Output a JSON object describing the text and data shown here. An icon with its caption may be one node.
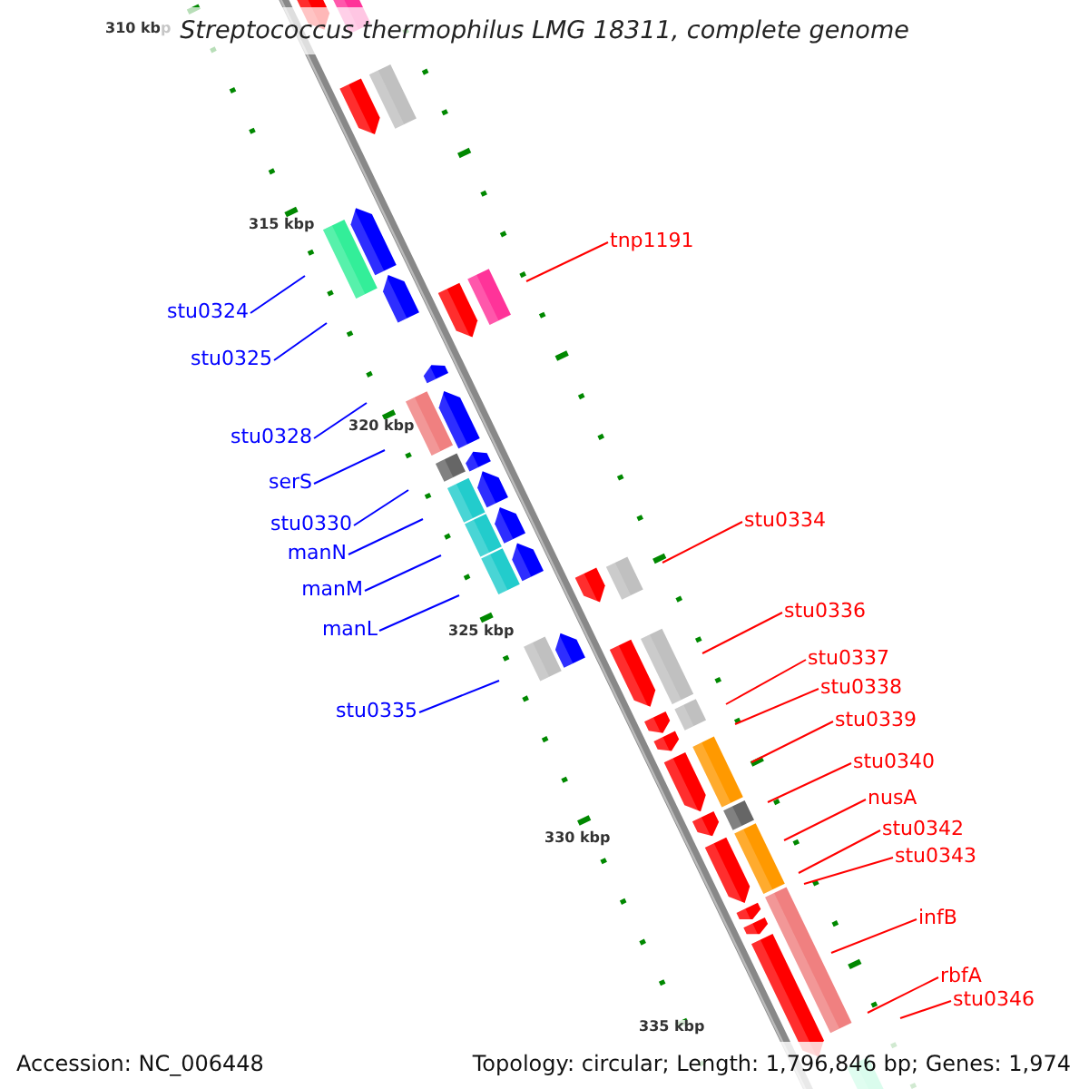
{
  "diagram": {
    "title": "Streptococcus thermophilus LMG 18311, complete genome",
    "nodes": [
      {
        "text": [
          "stu0324"
        ]
      },
      {
        "text": [
          "stu0325"
        ]
      },
      {
        "text": [
          "stu0328"
        ]
      },
      {
        "text": [
          "serS"
        ]
      },
      {
        "text": [
          "stu0330"
        ]
      },
      {
        "text": [
          "manN"
        ]
      },
      {
        "text": [
          "manM"
        ]
      },
      {
        "text": [
          "manL"
        ]
      },
      {
        "text": [
          "stu0335"
        ]
      },
      {
        "text": [
          "tnp1191"
        ]
      },
      {
        "text": [
          "stu0334"
        ]
      },
      {
        "text": [
          "stu0336"
        ]
      },
      {
        "text": [
          "stu0337"
        ]
      },
      {
        "text": [
          "stu0338"
        ]
      },
      {
        "text": [
          "stu0339"
        ]
      },
      {
        "text": [
          "stu0340"
        ]
      },
      {
        "text": [
          "nusA"
        ]
      },
      {
        "text": [
          "stu0342"
        ]
      },
      {
        "text": [
          "stu0343"
        ]
      },
      {
        "text": [
          "infB"
        ]
      },
      {
        "text": [
          "rbfA"
        ]
      },
      {
        "text": [
          "stu0346"
        ]
      }
    ],
    "edges": [
      {
        "from": 0,
        "to": null,
        "arrow": "none",
        "color": "#0000ff"
      },
      {
        "from": 1,
        "to": null,
        "arrow": "none",
        "color": "#0000ff"
      },
      {
        "from": 2,
        "to": null,
        "arrow": "none",
        "color": "#0000ff"
      },
      {
        "from": 3,
        "to": null,
        "arrow": "none",
        "color": "#0000ff"
      },
      {
        "from": 4,
        "to": null,
        "arrow": "none",
        "color": "#0000ff"
      },
      {
        "from": 5,
        "to": null,
        "arrow": "none",
        "color": "#0000ff"
      },
      {
        "from": 6,
        "to": null,
        "arrow": "none",
        "color": "#0000ff"
      },
      {
        "from": 7,
        "to": null,
        "arrow": "none",
        "color": "#0000ff"
      },
      {
        "from": 8,
        "to": null,
        "arrow": "none",
        "color": "#0000ff"
      },
      {
        "from": 9,
        "to": null,
        "arrow": "none"
      },
      {
        "from": 10,
        "to": null,
        "arrow": "none"
      },
      {
        "from": 11,
        "to": null,
        "arrow": "none"
      },
      {
        "from": 12,
        "to": null,
        "arrow": "none"
      },
      {
        "from": 13,
        "to": null,
        "arrow": "none"
      },
      {
        "from": 14,
        "to": null,
        "arrow": "none"
      },
      {
        "from": 15,
        "to": null,
        "arrow": "none"
      },
      {
        "from": 16,
        "to": null,
        "arrow": "none"
      },
      {
        "from": 17,
        "to": null,
        "arrow": "none"
      },
      {
        "from": 18,
        "to": null,
        "arrow": "none"
      },
      {
        "from": 19,
        "to": null,
        "arrow": "none"
      },
      {
        "from": 20,
        "to": null,
        "arrow": "none"
      },
      {
        "from": 21,
        "to": null,
        "arrow": "none"
      }
    ],
    "labels": [
      "310 kbp",
      "315 kbp",
      "320 kbp",
      "325 kbp",
      "330 kbp",
      "335 kbp",
      "Accession: NC_006448",
      "Topology: circular; Length: 1,796,846 bp; Genes: 1,974"
    ]
  }
}
